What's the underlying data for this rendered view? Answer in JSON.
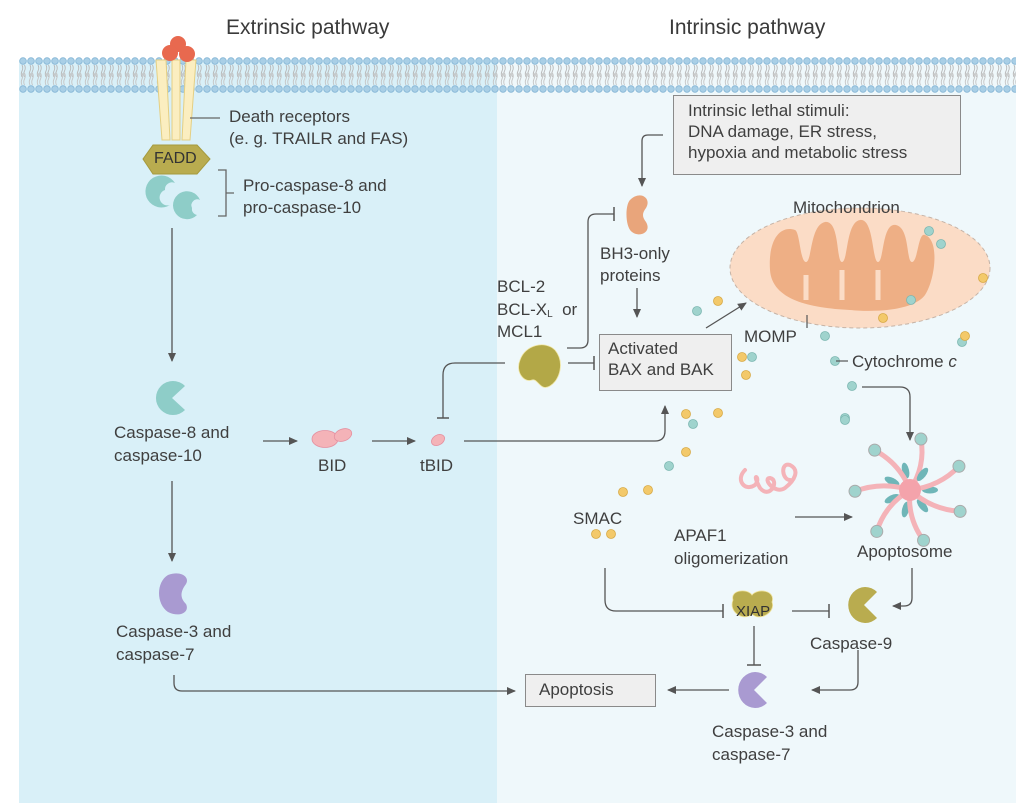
{
  "titles": {
    "extrinsic": "Extrinsic pathway",
    "intrinsic": "Intrinsic pathway"
  },
  "colors": {
    "extrinsic_bg": "#d9f0f8",
    "intrinsic_bg": "#eff8fb",
    "membrane_head": "#a9cfe6",
    "ligand": "#e8694f",
    "receptor": "#fbeec0",
    "fadd": "#b9ac4f",
    "caspase8": "#8ecdc8",
    "caspase3": "#a99ad1",
    "bid": "#f4b3b8",
    "bh3": "#e9a57b",
    "bcl2": "#b3a847",
    "mito_outer": "#fbdcc6",
    "mito_inner": "#eeaf85",
    "cytc": "#9fd3cd",
    "smac": "#f3c96a",
    "arrow": "#555555"
  },
  "extrinsic": {
    "death_receptors_line1": "Death receptors",
    "death_receptors_line2": "(e. g. TRAILR and FAS)",
    "fadd": "FADD",
    "pro_caspase_line1": "Pro-caspase-8 and",
    "pro_caspase_line2": "pro-caspase-10",
    "caspase8_line1": "Caspase-8 and",
    "caspase8_line2": "caspase-10",
    "bid": "BID",
    "tbid": "tBID",
    "caspase3_line1": "Caspase-3 and",
    "caspase3_line2": "caspase-7"
  },
  "intrinsic": {
    "stimuli_line1": "Intrinsic lethal stimuli:",
    "stimuli_line2": "DNA damage, ER stress,",
    "stimuli_line3": "hypoxia and metabolic stress",
    "bh3_line1": "BH3-only",
    "bh3_line2": "proteins",
    "bcl2_line1": "BCL-2",
    "bcl2_line2_main": "BCL-X",
    "bcl2_line2_sub": "L",
    "bcl2_line2_or": "or",
    "bcl2_line3": "MCL1",
    "bax_line1": "Activated",
    "bax_line2": "BAX and BAK",
    "mitochondrion": "Mitochondrion",
    "momp": "MOMP",
    "cytochrome": "Cytochrome ",
    "cytochrome_italic": "c",
    "smac": "SMAC",
    "apaf1_line1": "APAF1",
    "apaf1_line2": "oligomerization",
    "apoptosome": "Apoptosome",
    "xiap": "XIAP",
    "caspase9": "Caspase-9",
    "caspase3_line1": "Caspase-3 and",
    "caspase3_line2": "caspase-7",
    "apoptosis": "Apoptosis"
  }
}
